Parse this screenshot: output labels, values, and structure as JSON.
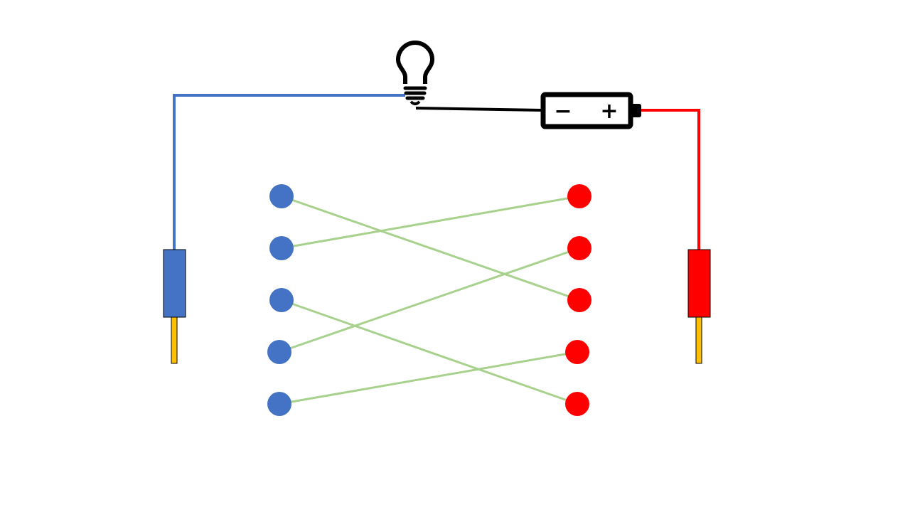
{
  "battery": {
    "minus_label": "−",
    "plus_label": "+"
  },
  "colors": {
    "background": "#ffffff",
    "blue": "#4472c4",
    "red": "#ff0000",
    "probe_tip": "#ffc000",
    "connector": "#a9d18e",
    "outline": "#000000"
  },
  "icons": [
    "light-bulb-icon",
    "battery-icon",
    "blue-probe",
    "red-probe"
  ],
  "circuit": {
    "left_terminal_count": 5,
    "right_terminal_count": 5,
    "connections": [
      {
        "from": 1,
        "to": 3
      },
      {
        "from": 2,
        "to": 1
      },
      {
        "from": 3,
        "to": 5
      },
      {
        "from": 4,
        "to": 2
      },
      {
        "from": 5,
        "to": 4
      }
    ]
  }
}
